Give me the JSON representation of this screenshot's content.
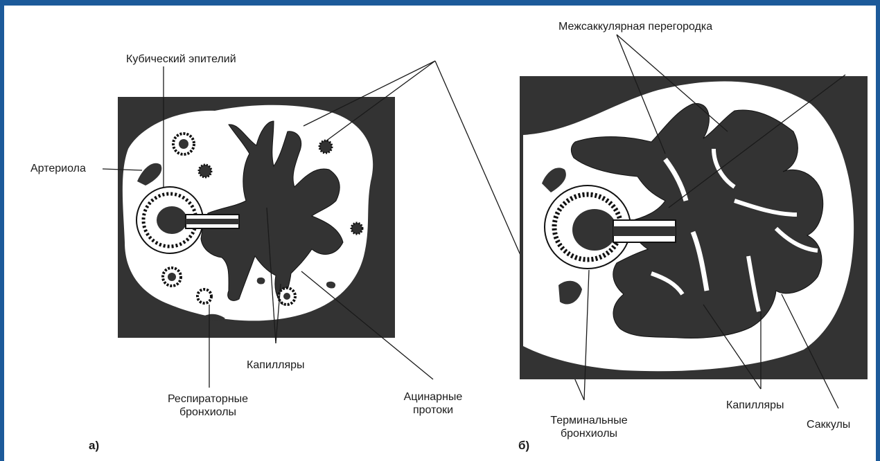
{
  "panel_a": {
    "marker": "а)",
    "labels": {
      "cuboidal_epithelium": "Кубический эпителий",
      "arteriole": "Артериола",
      "capillaries": "Капилляры",
      "respiratory_bronchioles_1": "Респираторные",
      "respiratory_bronchioles_2": "бронхиолы",
      "acinar_ducts_1": "Ацинарные",
      "acinar_ducts_2": "протоки"
    }
  },
  "panel_b": {
    "marker": "б)",
    "labels": {
      "intersaccular_septum": "Межсаккулярная перегородка",
      "terminal_bronchioles_1": "Терминальные",
      "terminal_bronchioles_2": "бронхиолы",
      "capillaries": "Капилляры",
      "saccules": "Саккулы"
    }
  },
  "colors": {
    "frame": "#1c5a9a",
    "tissue": "#333333",
    "background": "#ffffff",
    "ink": "#1a1a1a"
  }
}
